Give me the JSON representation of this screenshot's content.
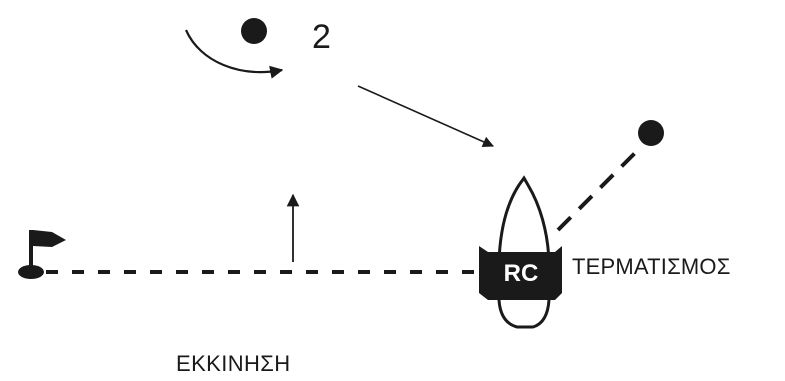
{
  "diagram": {
    "mark_number": "2",
    "committee_boat_label": "RC",
    "finish_label": "ΤΕΡΜΑΤΙΣΜΟΣ",
    "start_label": "ΕΚΚΙΝΗΣΗ",
    "icons": {
      "pin_end": "flag-icon",
      "committee_boat": "boat-icon",
      "rounding_mark": "buoy-icon",
      "finish_mark": "buoy-icon",
      "rounding_direction": "curved-arrow-icon"
    },
    "colors": {
      "ink": "#1a1a1a",
      "boat_label_text": "#ffffff",
      "background": "#ffffff"
    }
  }
}
